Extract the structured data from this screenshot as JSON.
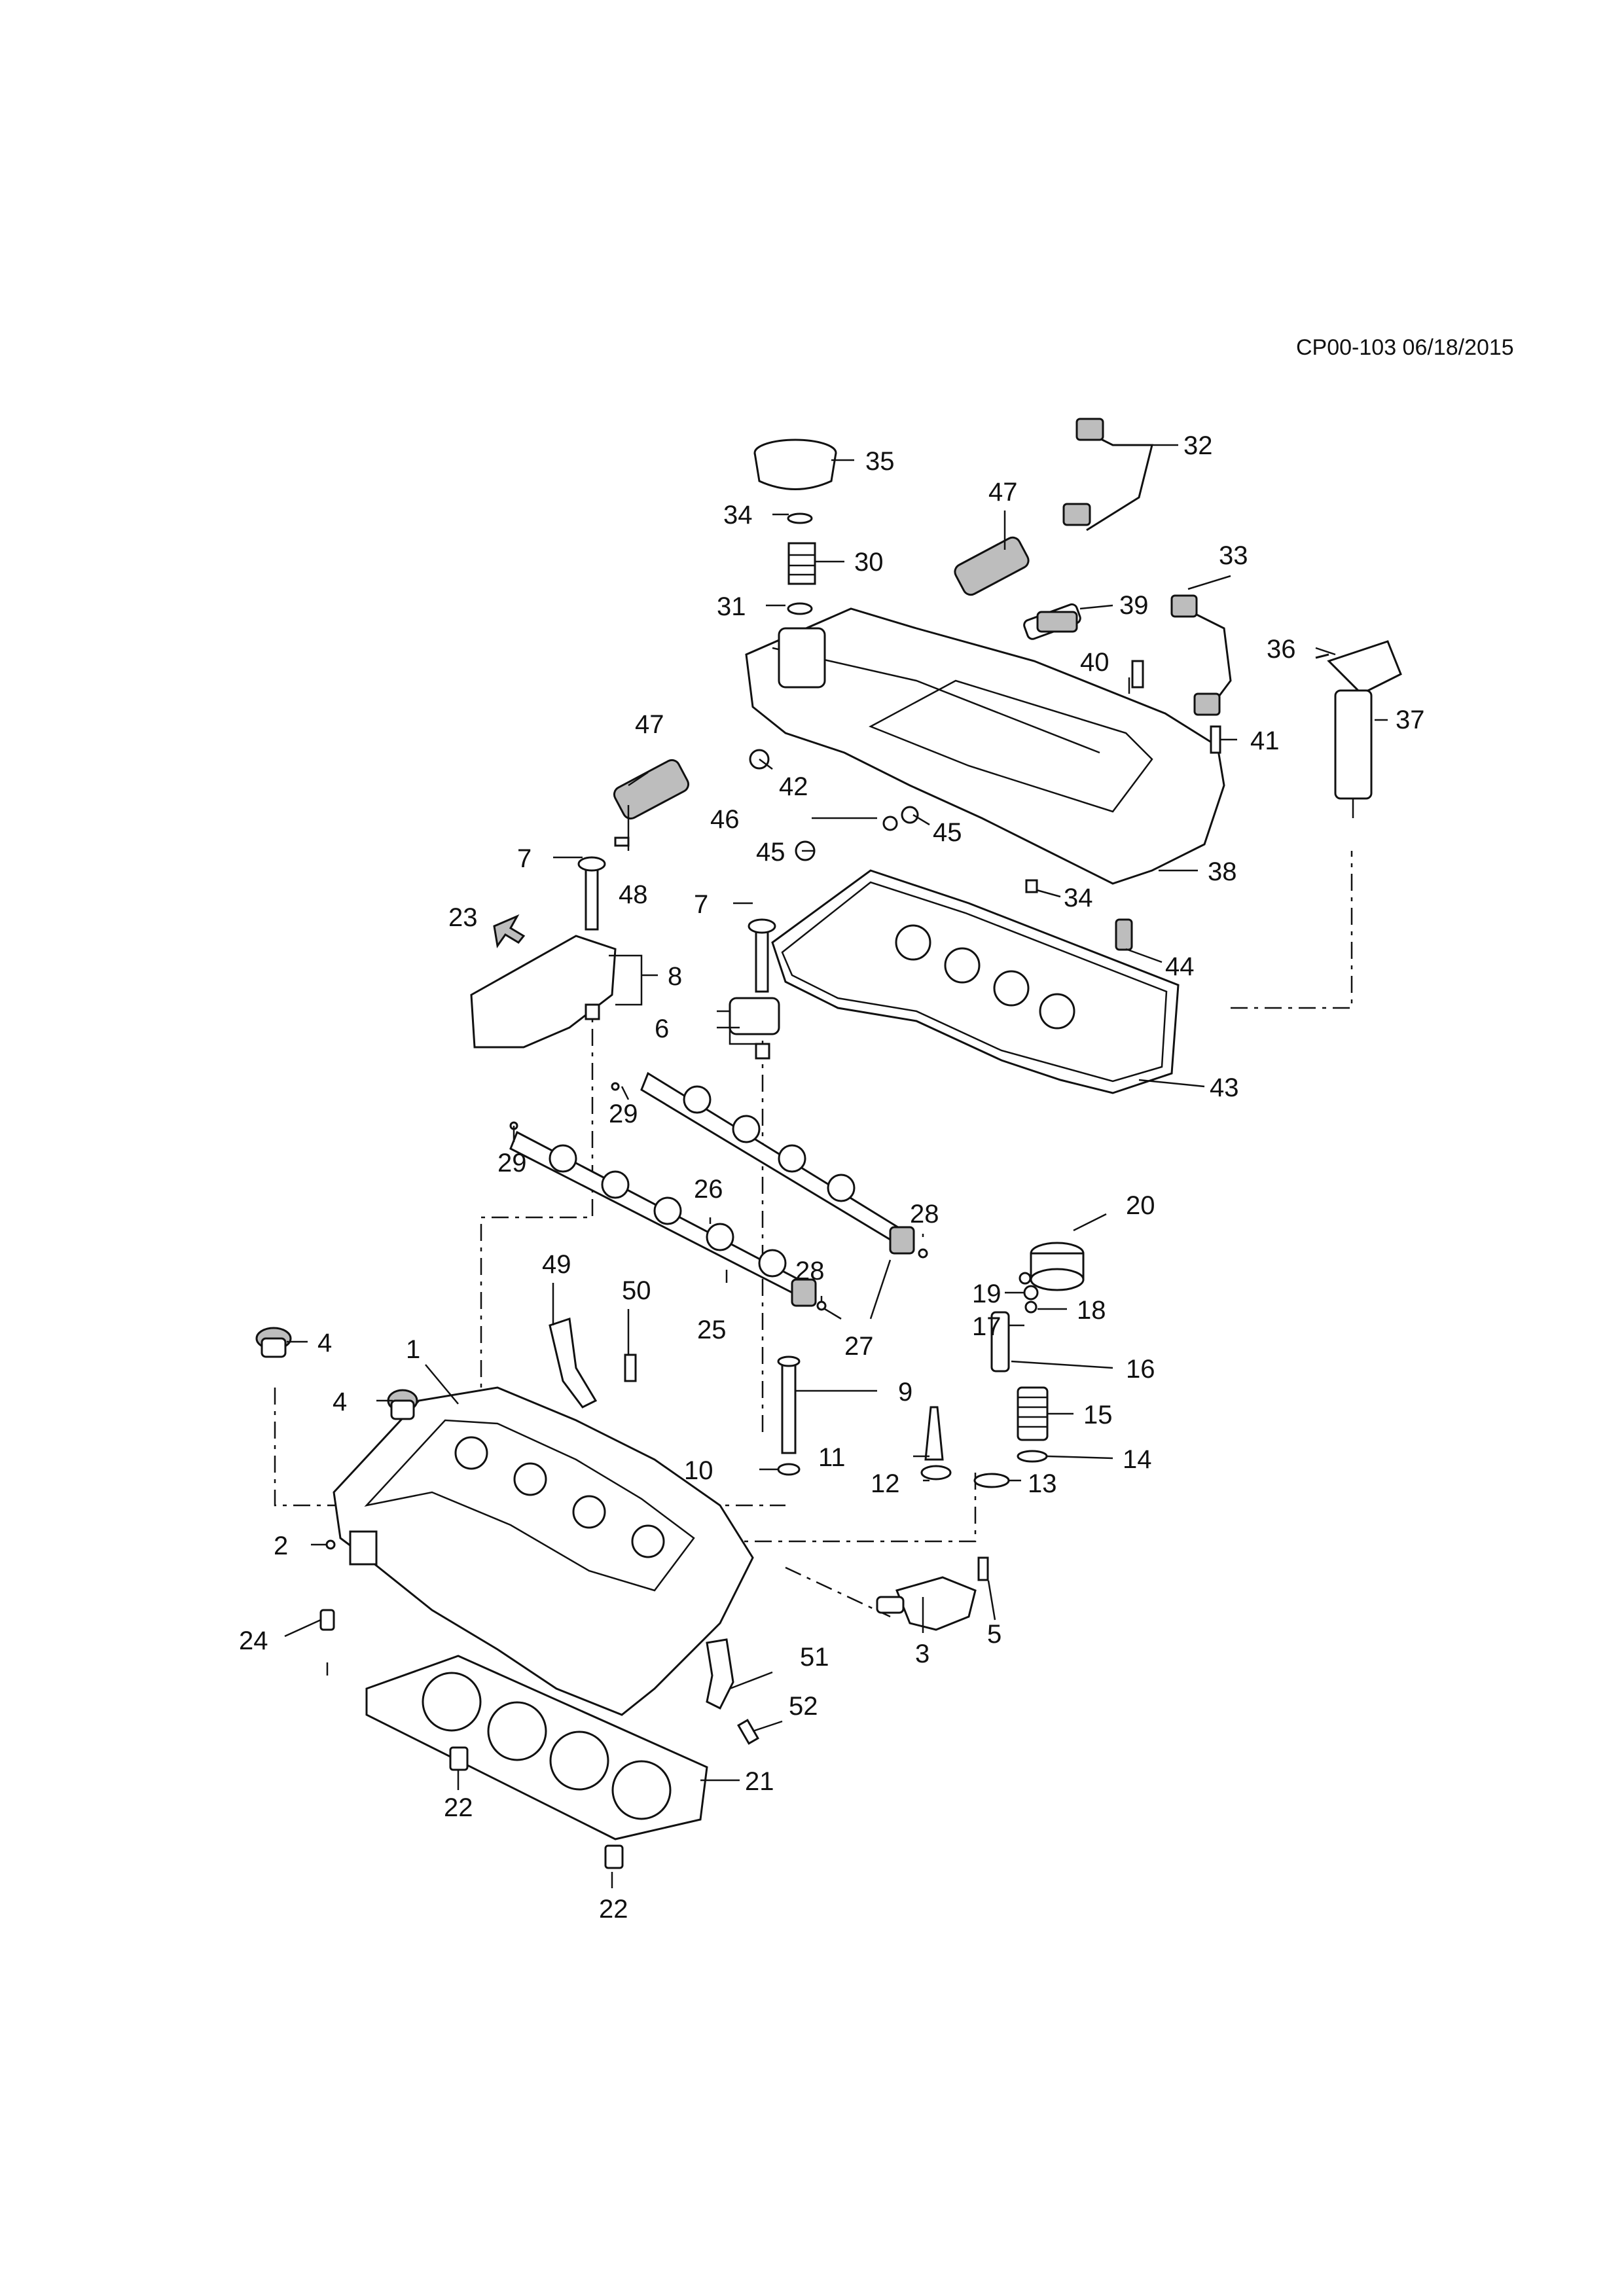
{
  "header": {
    "code": "CP00-103 06/18/2015"
  },
  "callouts": {
    "c1": "1",
    "c2": "2",
    "c3": "3",
    "c4a": "4",
    "c4b": "4",
    "c5": "5",
    "c6": "6",
    "c7a": "7",
    "c7b": "7",
    "c8": "8",
    "c9": "9",
    "c10": "10",
    "c11": "11",
    "c12": "12",
    "c13": "13",
    "c14": "14",
    "c15": "15",
    "c16": "16",
    "c17": "17",
    "c18": "18",
    "c19": "19",
    "c20": "20",
    "c21": "21",
    "c22a": "22",
    "c22b": "22",
    "c23": "23",
    "c24": "24",
    "c25": "25",
    "c26": "26",
    "c27": "27",
    "c28a": "28",
    "c28b": "28",
    "c29a": "29",
    "c29b": "29",
    "c30": "30",
    "c31": "31",
    "c32": "32",
    "c33": "33",
    "c34a": "34",
    "c34b": "34",
    "c35": "35",
    "c36": "36",
    "c37": "37",
    "c38": "38",
    "c39": "39",
    "c40": "40",
    "c41": "41",
    "c42": "42",
    "c43": "43",
    "c44": "44",
    "c45a": "45",
    "c45b": "45",
    "c46": "46",
    "c47a": "47",
    "c47b": "47",
    "c48": "48",
    "c49": "49",
    "c50": "50",
    "c51": "51",
    "c52": "52"
  }
}
